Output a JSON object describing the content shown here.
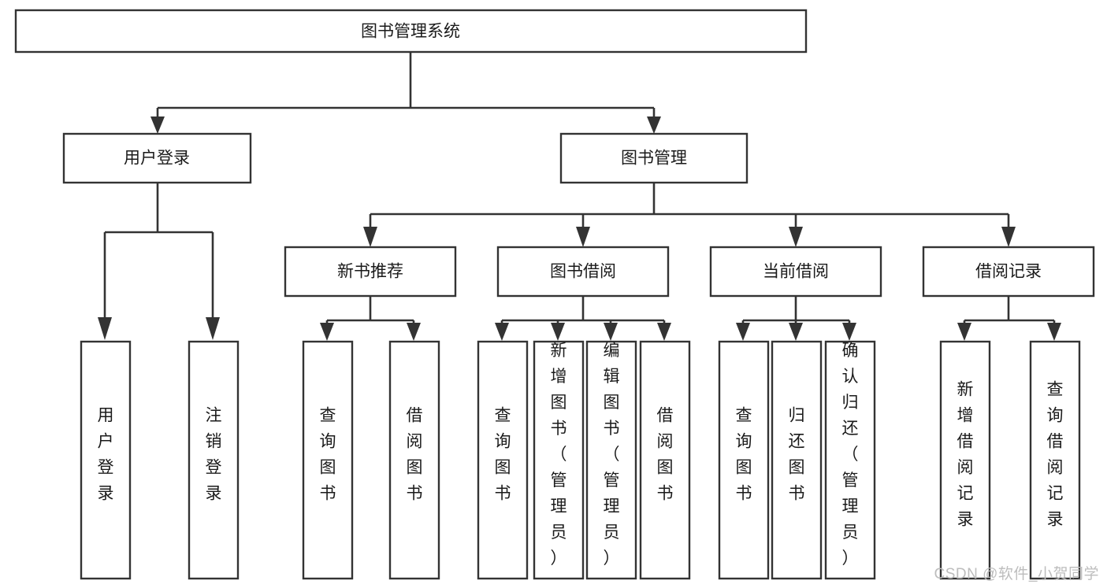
{
  "diagram": {
    "type": "tree-hierarchy",
    "title": "图书管理系统",
    "watermark": "CSDN @软件_小贺同学",
    "colors": {
      "stroke": "#333333",
      "fill": "#ffffff",
      "text": "#1a1a1a",
      "watermark": "#bdbdbd"
    },
    "levels": {
      "root": {
        "label": "图书管理系统"
      },
      "level2": [
        {
          "label": "用户登录"
        },
        {
          "label": "图书管理"
        }
      ],
      "level3": [
        {
          "label": "新书推荐"
        },
        {
          "label": "图书借阅"
        },
        {
          "label": "当前借阅"
        },
        {
          "label": "借阅记录"
        }
      ],
      "leaves": {
        "user_login": [
          {
            "label": "用户登录"
          },
          {
            "label": "注销登录"
          }
        ],
        "new_book_recommend": [
          {
            "label": "查询图书"
          },
          {
            "label": "借阅图书"
          }
        ],
        "book_borrow": [
          {
            "label": "查询图书"
          },
          {
            "label": "新增图书（管理员）"
          },
          {
            "label": "编辑图书（管理员）"
          },
          {
            "label": "借阅图书"
          }
        ],
        "current_borrow": [
          {
            "label": "查询图书"
          },
          {
            "label": "归还图书"
          },
          {
            "label": "确认归还（管理员）"
          }
        ],
        "borrow_record": [
          {
            "label": "新增借阅记录"
          },
          {
            "label": "查询借阅记录"
          }
        ]
      }
    }
  }
}
